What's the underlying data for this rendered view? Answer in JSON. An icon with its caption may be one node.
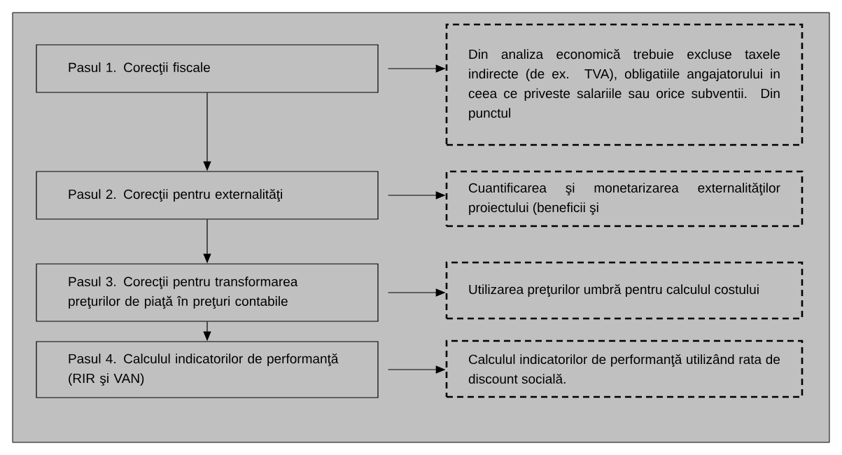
{
  "diagram": {
    "nodes": [
      {
        "text": [
          "Pasul 1. Corecţii fiscale"
        ]
      },
      {
        "text": [
          "Din analiza economică trebuie excluse taxele indirecte (de ex. TVA), obligatiile angajatorului in ceea ce priveste salariile sau orice subventii. Din punctul"
        ]
      },
      {
        "text": [
          "Pasul 2. Corecţii pentru externalităţi"
        ]
      },
      {
        "text": [
          "Cuantificarea şi monetarizarea externalităţilor proiectului (beneficii şi"
        ]
      },
      {
        "text": [
          "Pasul 3. Corecţii pentru transformarea preţurilor de piaţă în preţuri contabile"
        ]
      },
      {
        "text": [
          "Utilizarea preţurilor umbră pentru calculul costului"
        ]
      },
      {
        "text": [
          "Pasul 4. Calculul indicatorilor de performanţă  (RIR şi VAN)"
        ]
      },
      {
        "text": [
          "Calculul indicatorilor de performanţă utilizând rata  de discount socială."
        ]
      }
    ],
    "edges": [
      {
        "from": 0,
        "to": 2,
        "arrow": "to"
      },
      {
        "from": 2,
        "to": 4,
        "arrow": "to"
      },
      {
        "from": 4,
        "to": 6,
        "arrow": "to"
      },
      {
        "from": 0,
        "to": 1,
        "arrow": "to"
      },
      {
        "from": 2,
        "to": 3,
        "arrow": "to"
      },
      {
        "from": 4,
        "to": 5,
        "arrow": "to"
      },
      {
        "from": 6,
        "to": 7,
        "arrow": "to"
      }
    ]
  }
}
